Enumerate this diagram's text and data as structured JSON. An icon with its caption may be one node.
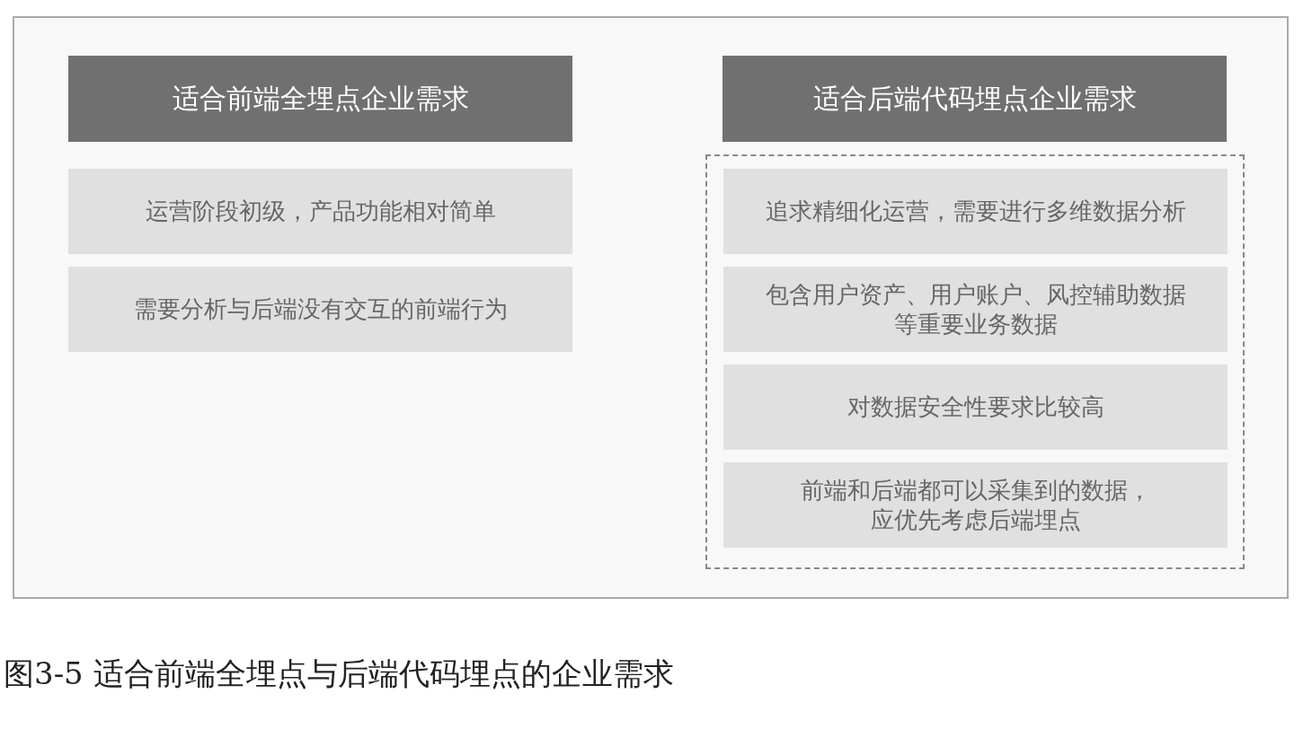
{
  "diagram": {
    "caption": "图3-5 适合前端全埋点与后端代码埋点的企业需求",
    "nodes": [
      {
        "text": [
          "适合前端全埋点企业需求"
        ]
      },
      {
        "text": [
          "运营阶段初级，产品功能相对简单"
        ]
      },
      {
        "text": [
          "需要分析与后端没有交互的前端行为"
        ]
      },
      {
        "text": [
          "适合后端代码埋点企业需求"
        ]
      },
      {
        "text": [],
        "shape": "box"
      },
      {
        "text": [
          "追求精细化运营，需要进行多维数据分析"
        ],
        "in": 4
      },
      {
        "text": [
          "包含用户资产、用户账户、风控辅助数据等重要业务数据"
        ],
        "in": 4
      },
      {
        "text": [
          "对数据安全性要求比较高"
        ],
        "in": 4
      },
      {
        "text": [
          "前端和后端都可以采集到的数据，应优先考虑后端埋点"
        ],
        "in": 4
      }
    ],
    "edges": []
  }
}
